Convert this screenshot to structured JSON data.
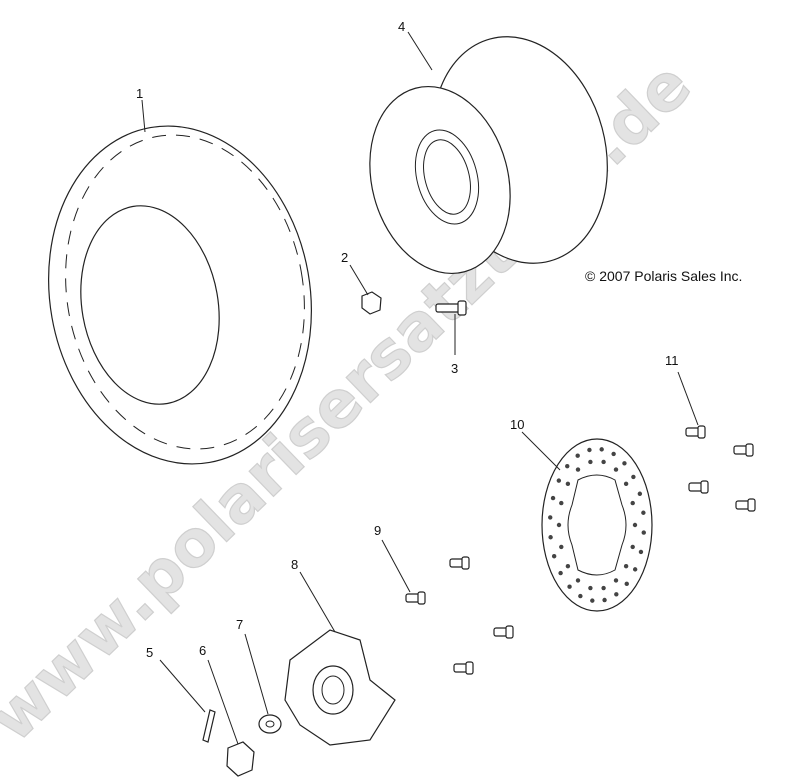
{
  "copyright": "© 2007 Polaris Sales Inc.",
  "watermark": "www.polarisersatzteile.de",
  "callouts": [
    "1",
    "2",
    "3",
    "4",
    "5",
    "6",
    "7",
    "8",
    "9",
    "10",
    "11"
  ],
  "parts": [
    "tire",
    "lug-nut",
    "wheel-stud",
    "rim",
    "cotter-pin",
    "castle-nut",
    "washer",
    "hub",
    "brake-disc-bolt",
    "brake-disc",
    "hub-bolt"
  ]
}
